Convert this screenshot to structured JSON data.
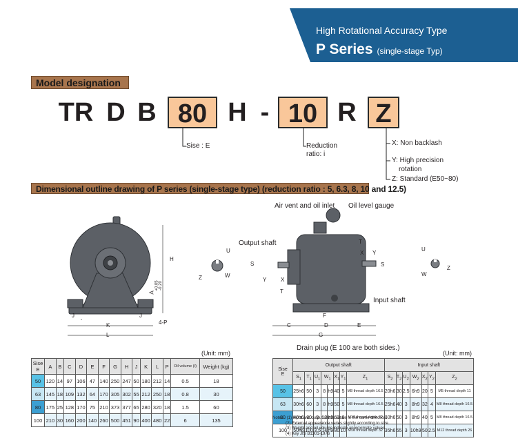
{
  "header": {
    "title": "High Rotational Accuracy Type",
    "series": "P Series",
    "series_note": "(single-stage Typ)"
  },
  "model": {
    "label": "Model designation",
    "parts": [
      "TR",
      "D",
      "B",
      "80",
      "H",
      "-",
      "10",
      "R",
      "Z"
    ],
    "size_note": "Sise : E",
    "ratio_note_1": "Reduction",
    "ratio_note_2": "ratio: i",
    "opt_x": "X: Non backlash",
    "opt_y1": "Y: High precision",
    "opt_y2": "rotation",
    "opt_z": "Z: Standard (E50~80)"
  },
  "drawing": {
    "label": "Dimensional outline drawing of P series (single-stage type) (reduction ratio : 5, 6.3, 8, 10 and 12.5)",
    "air_vent": "Air vent and oil inlet",
    "oil_gauge": "Oil level gauge",
    "output_shaft": "Output shaft",
    "input_shaft": "Input shaft",
    "drain": "Drain plug (E 100 are both sides.)",
    "labels_front": {
      "H": "H",
      "A": "A",
      "K": "K",
      "L": "L",
      "J1": "J",
      "J2": "J",
      "P": "4-P",
      "tol1": "+0.05",
      "tol2": "-0.20"
    },
    "labels_side": {
      "U1": "U",
      "W1": "W",
      "Z1": "Z",
      "S1": "S",
      "Y1": "Y",
      "X1": "X",
      "T1": "T",
      "C": "C",
      "F": "F",
      "D": "D",
      "E": "E",
      "G": "G",
      "T2": "T",
      "X2": "X",
      "Y2": "Y",
      "S2": "S",
      "U2": "U",
      "W2": "W",
      "Z2": "Z"
    }
  },
  "table1": {
    "unit": "(Unit: mm)",
    "size_head": "Sise",
    "size_sub": "E",
    "headers": [
      "A",
      "B",
      "C",
      "D",
      "E",
      "F",
      "G",
      "H",
      "J",
      "K",
      "L",
      "P"
    ],
    "oil_head": "Oil volume (ℓ)",
    "weight_head": "Weight (kg)",
    "rows": [
      [
        "50",
        "120",
        "14",
        "97",
        "106",
        "47",
        "140",
        "250",
        "247",
        "50",
        "180",
        "212",
        "14",
        "0.5",
        "18"
      ],
      [
        "63",
        "145",
        "18",
        "109",
        "132",
        "64",
        "170",
        "305",
        "302",
        "55",
        "212",
        "250",
        "18",
        "0.8",
        "30"
      ],
      [
        "80",
        "175",
        "25",
        "128",
        "170",
        "75",
        "210",
        "373",
        "377",
        "65",
        "280",
        "320",
        "18",
        "1.5",
        "60"
      ],
      [
        "100",
        "210",
        "30",
        "160",
        "200",
        "140",
        "260",
        "500",
        "451",
        "90",
        "400",
        "480",
        "22",
        "6",
        "135"
      ]
    ]
  },
  "table2": {
    "unit": "(Unit: mm)",
    "size_head": "Sise",
    "size_sub": "E",
    "output_head": "Output shaft",
    "input_head": "Input shaft",
    "out_cols": [
      "S",
      "T",
      "U",
      "W",
      "X",
      "Y",
      "Z"
    ],
    "in_cols": [
      "S",
      "T",
      "U",
      "W",
      "X",
      "Y",
      "Z"
    ],
    "out_sub": [
      "1",
      "1",
      "1",
      "1",
      "1",
      "1",
      "1"
    ],
    "in_sub": [
      "2",
      "2",
      "2",
      "2",
      "2",
      "2",
      "2"
    ],
    "rows": [
      [
        "50",
        "25h6",
        "50",
        "3",
        "8",
        "h9",
        "40",
        "5",
        "M8 thread depth 16.5",
        "20h6",
        "30",
        "2.5",
        "6h9",
        "20",
        "5",
        "M5 thread depth 11"
      ],
      [
        "63",
        "30h6",
        "60",
        "3",
        "8",
        "h9",
        "50",
        "5",
        "M8 thread depth 16.5",
        "25h6",
        "40",
        "3",
        "8h9",
        "32",
        "4",
        "M8 thread depth 16.5"
      ],
      [
        "80",
        "40h6",
        "80",
        "3",
        "12",
        "h9",
        "63",
        "8",
        "M16 thread depth 32",
        "30h6",
        "50",
        "3",
        "8h9",
        "40",
        "5",
        "M8 thread depth 16.5"
      ],
      [
        "100",
        "50h6",
        "100",
        "3.5",
        "14",
        "h9",
        "80",
        "10",
        "M16 thread depth 32",
        "35h6",
        "55",
        "3",
        "10h9",
        "50",
        "2.5",
        "M12 thread depth 26"
      ]
    ]
  },
  "notes": [
    "Notes : (1) Input and output shafts rotate in the same direction.",
    "(2) External appearance varies slightly according to size.",
    "(3) Weight and oil volume indicate approximate values.",
    "(4) Key JIS B1301-1976"
  ],
  "colors": {
    "banner": "#1c5f92",
    "accent_box": "#f9c79a",
    "tag": "#a8754d",
    "row_50": "#58c2e6",
    "row_63": "#c6e6f3",
    "row_80": "#3c9fd2",
    "row_100": "#ffffff",
    "gearbox": "#5c6066"
  }
}
